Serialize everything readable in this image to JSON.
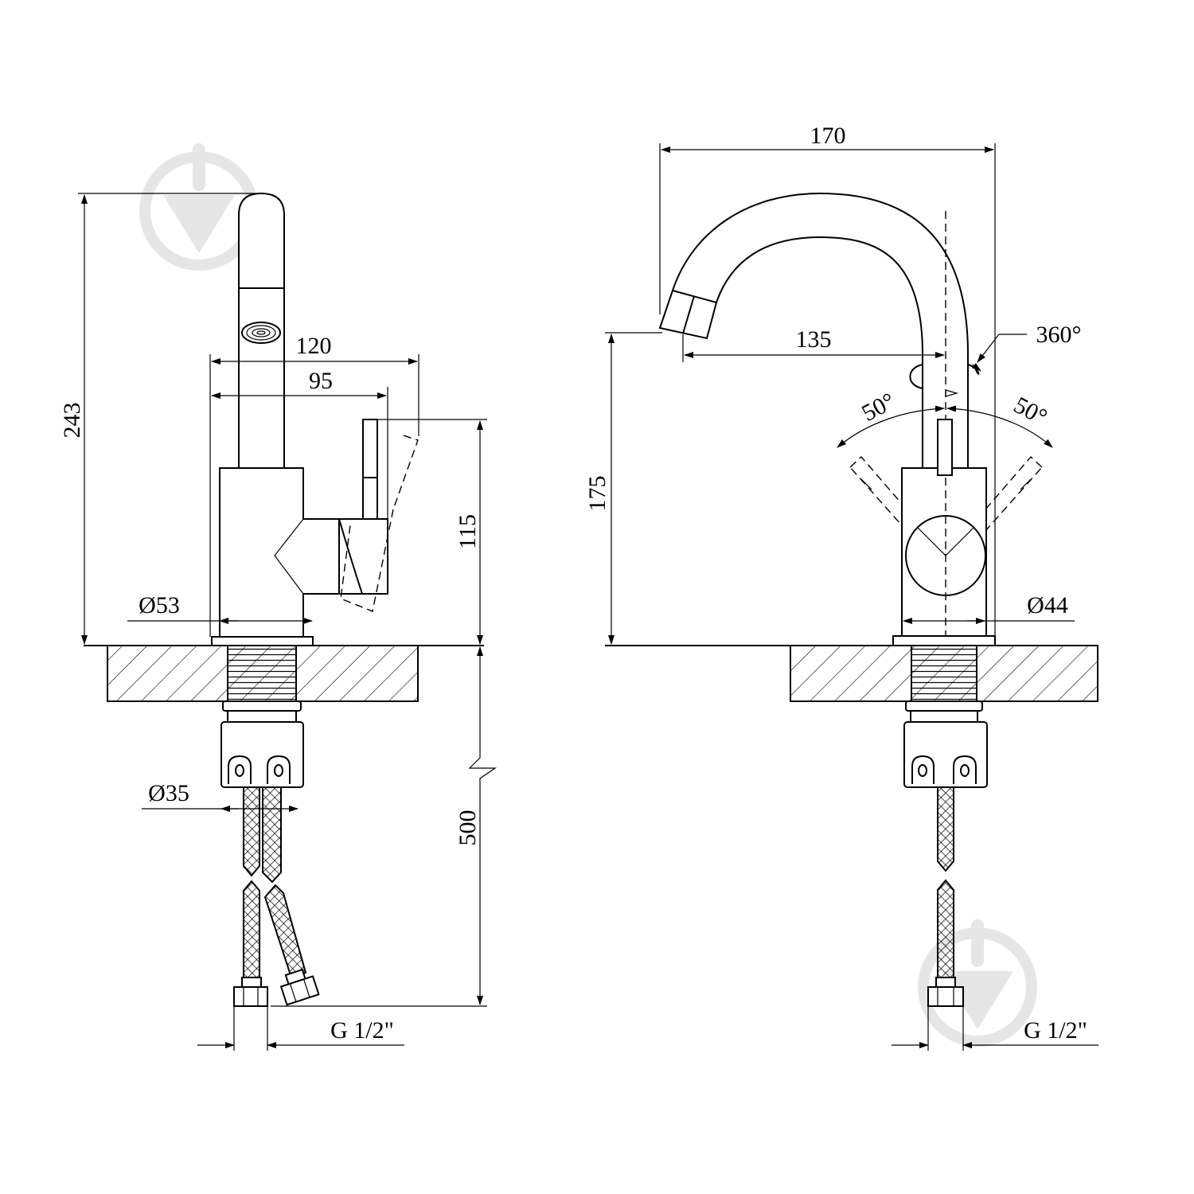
{
  "dimensions": {
    "height_total": "243",
    "reach_lever": "120",
    "reach_body": "95",
    "height_body": "115",
    "diameter_body_side": "Ø53",
    "diameter_hose_block": "Ø35",
    "hose_length": "500",
    "thread_left": "G 1/2\"",
    "spout_width": "170",
    "spout_reach": "135",
    "swivel": "360°",
    "lever_angle_left": "50°",
    "lever_angle_right": "50°",
    "spout_height": "175",
    "diameter_body_front": "Ø44",
    "thread_right": "G 1/2\""
  },
  "watermark": {
    "icon": "drop-triangle-circle-logo"
  },
  "colors": {
    "line": "#000000",
    "background": "#ffffff",
    "watermark": "#e6e6e6"
  }
}
